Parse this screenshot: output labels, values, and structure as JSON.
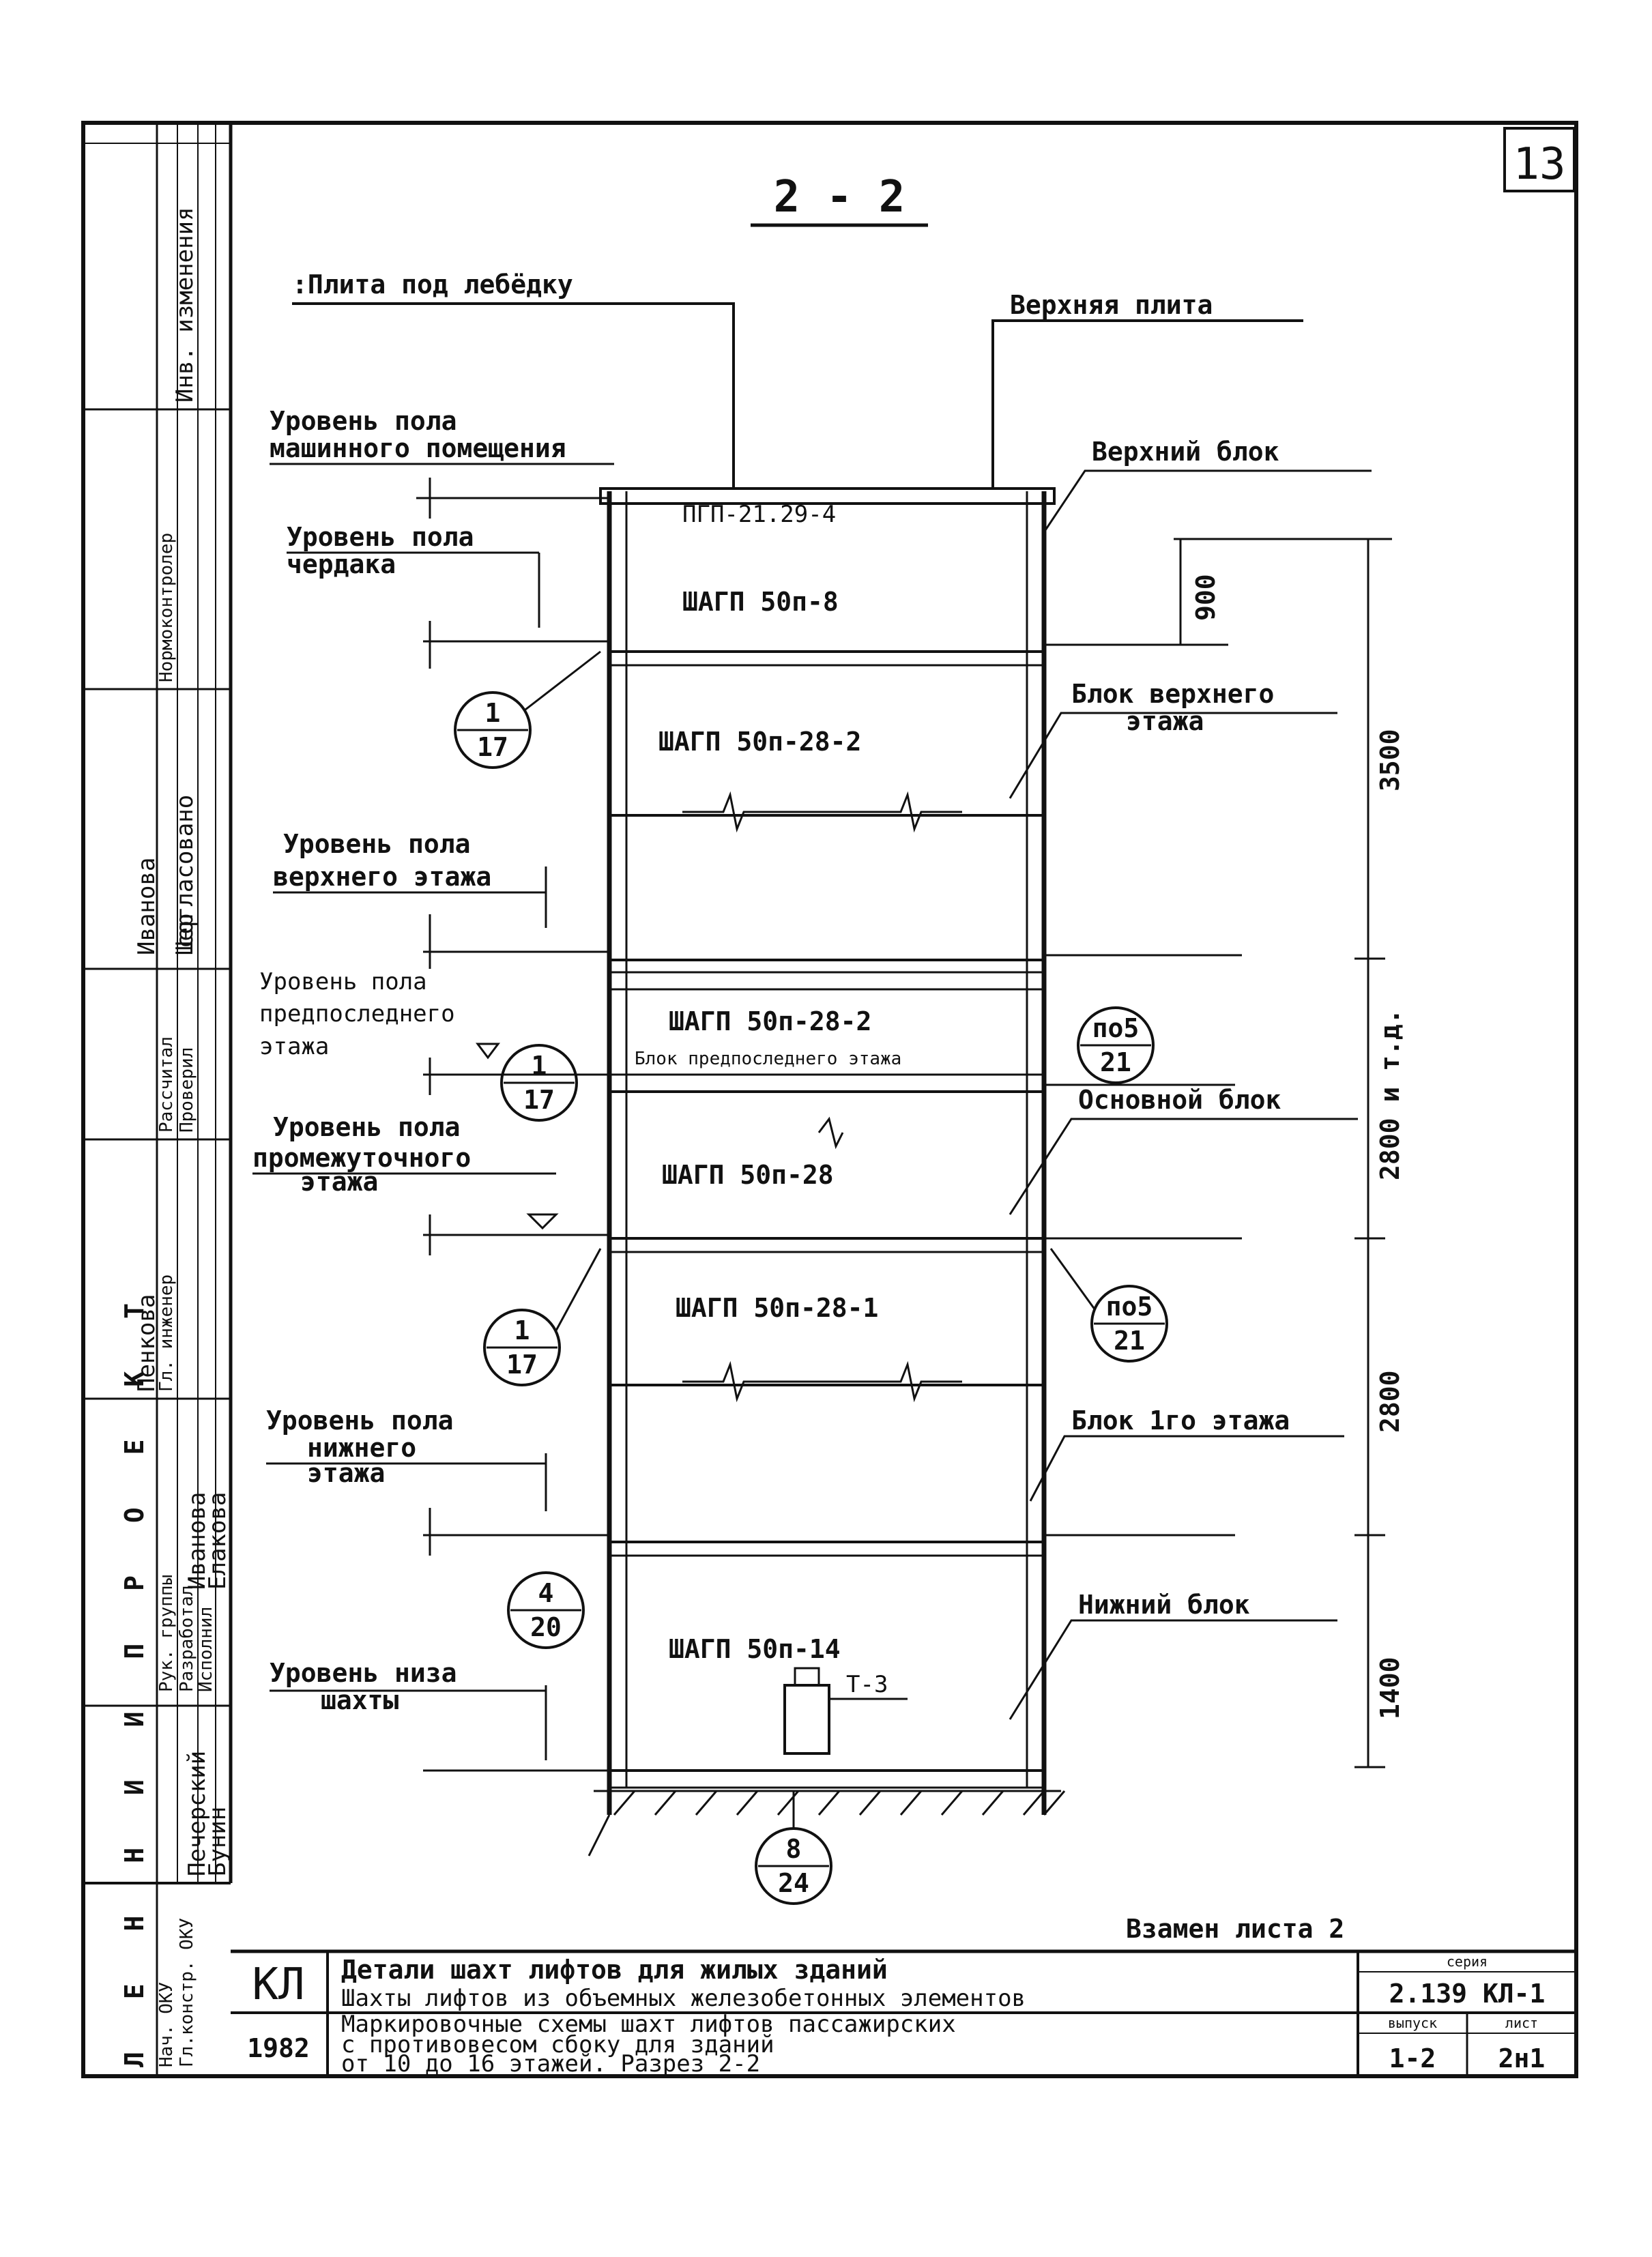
{
  "sheet_number": "13",
  "section_title": "2 - 2",
  "callouts": {
    "plate_top_left": ":Плита под лебёдку",
    "plate_top_right": "Верхняя плита",
    "upper_block": "Верхний блок",
    "top_floor_block_1": "Блок верхнего",
    "top_floor_block_2": "этажа",
    "main_block": "Основной блок",
    "first_floor_block": "Блок 1го этажа",
    "bottom_block": "Нижний блок",
    "plate_mark": "ПГП-21.29-4",
    "pit_mark": "Т-3"
  },
  "levels": [
    {
      "id": "machine",
      "line1": "Уровень пола",
      "line2": "машинного помещения"
    },
    {
      "id": "attic",
      "line1": "Уровень пола",
      "line2": "чердака"
    },
    {
      "id": "top",
      "line1": "Уровень пола",
      "line2": "верхнего этажа"
    },
    {
      "id": "penult",
      "line1": "Уровень пола",
      "line2": "предпоследнего",
      "line3": "этажа"
    },
    {
      "id": "inter",
      "line1": "Уровень пола",
      "line2": "промежуточного",
      "line3": "этажа"
    },
    {
      "id": "lower",
      "line1": "Уровень пола",
      "line2": "нижнего",
      "line3": "этажа"
    },
    {
      "id": "pit",
      "line1": "Уровень низа",
      "line2": "шахты"
    }
  ],
  "blocks": {
    "upper": "ШАГП 50п-8",
    "top_floor": "ШАГП 50п-28-2",
    "penult": "ШАГП 50п-28-2",
    "penult_note": "Блок предпоследнего этажа",
    "main": "ШАГП 50п-28",
    "first": "ШАГП 50п-28-1",
    "bottom": "ШАГП 50п-14"
  },
  "dimensions": {
    "d900": "900",
    "d3500": "3500",
    "d2800a": "2800 и т.д.",
    "d2800b": "2800",
    "d1400": "1400"
  },
  "markers": [
    {
      "top": "1",
      "bottom": "17"
    },
    {
      "top": "1",
      "bottom": "17"
    },
    {
      "top": "1",
      "bottom": "17"
    },
    {
      "top": "4",
      "bottom": "20"
    },
    {
      "top": "8",
      "bottom": "24"
    },
    {
      "top": "по5",
      "bottom": "21"
    },
    {
      "top": "по5",
      "bottom": "21"
    }
  ],
  "title_block": {
    "replace_note": "Взамен листа 2",
    "code": "КЛ",
    "year": "1982",
    "title_line1": "Детали шахт лифтов для жилых зданий",
    "title_line2": "Шахты лифтов из объемных железобетонных элементов",
    "desc_line1": "Маркировочные схемы шахт лифтов пассажирских",
    "desc_line2": "с противовесом сбоку для зданий",
    "desc_line3": "от 10 до 16 этажей. Разрез 2-2",
    "series_label": "серия",
    "series_value": "2.139 КЛ-1",
    "issue_label": "выпуск",
    "issue_value": "1-2",
    "sheet_label": "лист",
    "sheet_value": "2н1"
  },
  "side_stamp": {
    "org": "ЛЕННИИПРОЕКТ",
    "roles": [
      "Нач. ОКУ",
      "Гл.констр. ОКУ",
      "Рук. группы",
      "Разработал",
      "Исполнил",
      "Гл. инженер",
      "Рассчитал",
      "Проверил",
      "Нормоконтролер"
    ],
    "names": [
      "Бунин",
      "Печерский",
      "Иванова",
      "Елакова",
      "Пенкова",
      "Шер",
      "Иванова"
    ],
    "agreed": "согласовано",
    "changes": "Инв. изменения"
  }
}
